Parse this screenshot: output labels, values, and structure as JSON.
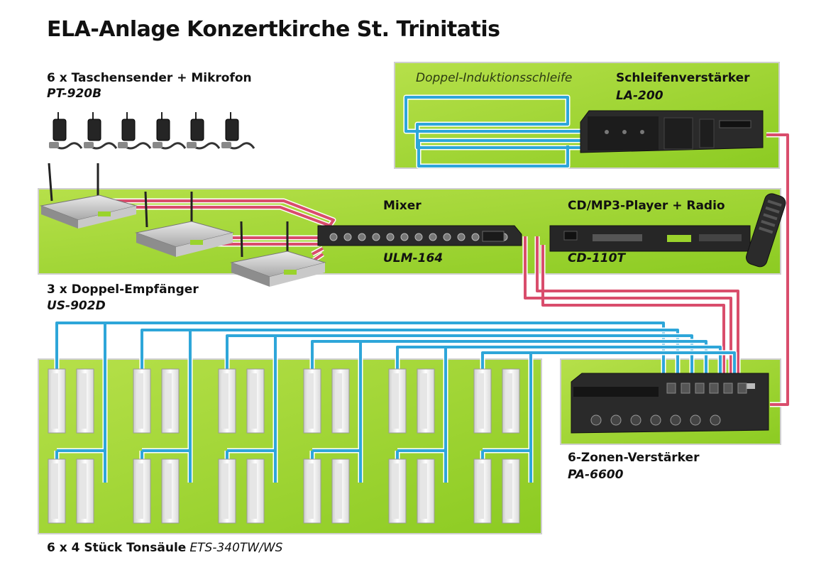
{
  "title": "ELA-Anlage Konzertkirche St. Trinitatis",
  "transmitters": {
    "label": "6 x Taschensender + Mikrofon",
    "model": "PT-920B"
  },
  "loop": {
    "label": "Doppel-Induktionsschleife"
  },
  "loop_amp": {
    "label": "Schleifenverstärker",
    "model": "LA-200"
  },
  "mixer": {
    "label": "Mixer",
    "model": "ULM-164"
  },
  "cd_player": {
    "label": "CD/MP3-Player + Radio",
    "model": "CD-110T"
  },
  "receivers": {
    "label": "3 x Doppel-Empfänger",
    "model": "US-902D"
  },
  "zone_amp": {
    "label": "6-Zonen-Verstärker",
    "model": "PA-6600"
  },
  "speakers": {
    "label": "6 x 4 Stück Tonsäule",
    "model": "ETS-340TW/WS"
  },
  "colors": {
    "panel": "#9ad32c",
    "audio_cable": "#d94d6c",
    "speaker_cable": "#2ea6d9",
    "device": "#2a2a2a"
  }
}
